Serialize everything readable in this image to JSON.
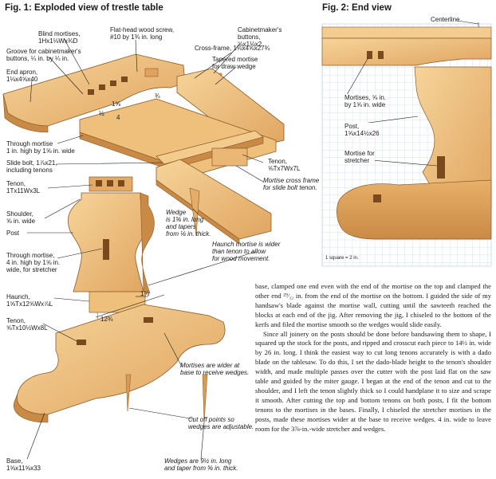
{
  "figure1": {
    "title": "Fig. 1: Exploded view of trestle table",
    "labels": {
      "blind_mortises": "Blind mortises,\n1Hx1⅛Wx¾D",
      "groove": "Groove for cabinetmaker's\nbuttons, ¼ in. by ¼ in.",
      "end_apron": "End apron,\n1⅛x4⅝x40",
      "screw": "Flat-head wood screw,\n#10 by 1¾ in. long",
      "cabinet_buttons": "Cabinetmaker's\nbuttons,\n⅝x1⅛x2",
      "cross_frame": "Cross-frame, 1⅛x4⅝x27¾",
      "tapered_mortise": "Tapered mortise\nfor draw wedge",
      "dim_1_5_8": "1⅝",
      "dim_4": "4",
      "dim_1_2": "½",
      "dim_3_4": "¾",
      "through_mortise_top": "Through mortise\n1 in. high by 1⅝ in. wide",
      "slide_bolt": "Slide bolt, 1⅞x21,\nincluding tenons",
      "tenon_slide": "Tenon,\n⅝Tx7Wx7L",
      "mortise_cross_frame": "Mortise cross frame\nfor slide bolt tenon.",
      "tenon_post": "Tenon,\n1Tx11Wx3L",
      "shoulder": "Shoulder,\n⅝ in. wide",
      "post": "Post",
      "wedge": "Wedge\nis 1⅝ in. long\nand tapers\nfrom ⅛ in. thick.",
      "through_mortise_mid": "Through mortise,\n4 in. high by 1⅝ in.\nwide, for stretcher",
      "haunch_mortise": "Haunch mortise is wider\nthan tenon to allow\nfor wood movement.",
      "haunch": "Haunch,\n1⅝Tx12⅝Wx⅞L",
      "dim_1_5_8_b": "1⅝",
      "dim_12_3_4": "12¾",
      "tenon_base": "Tenon,\n⅝Tx10½Wx8L",
      "mortises_wider": "Mortises are wider at\nbase to receive wedges.",
      "cut_off": "Cut off points so\nwedges are adjustable.",
      "base": "Base,\n1⅝x11⅝x33",
      "wedges_long": "Wedges are 9½ in. long\nand taper from ⅝ in. thick."
    }
  },
  "figure2": {
    "title": "Fig. 2: End view",
    "labels": {
      "centerline": "Centerline",
      "mortises": "Mortises, ⅝ in.\nby 1⅝ in. wide",
      "post": "Post,\n1⅝x14½x26",
      "mortise_stretcher": "Mortise for\nstretcher",
      "scale": "1 square = 2 in."
    }
  },
  "article": {
    "paragraphs": [
      "base, clamped one end even with the end of the mortise on the top and clamped the other end ²⁹⁄₃₂ in. from the end of the mortise on the bottom. I guided the side of my handsaw's blade against the mortise wall, cutting until the sawteeth reached the blocks at each end of the jig. After removing the jig, I chiseled to the bottom of the kerfs and filed the mortise smooth so the wedges would slide easily.",
      "Since all joinery on the posts should be done before bandsawing them to shape, I squared up the stock for the posts, and ripped and crosscut each piece to 14½ in. wide by 26 in. long. I think the easiest way to cut long tenons accurately is with a dado blade on the tablesaw. To do this, I set the dado-blade height to the tenon's shoulder width, and made multiple passes over the cutter with the post laid flat on the saw table and guided by the miter gauge. I began at the end of the tenon and cut to the shoulder, and I left the tenon slightly thick so I could handplane it to size and scrape it smooth. After cutting the top and bottom tenons on both posts, I fit the bottom tenons to the mortises in the bases. Finally, I chiseled the stretcher mortises in the posts, made these mortises wider at the base to receive wedges. 4 in. wide to leave room for the 3⅞-in.-wide stretcher and wedges."
    ]
  },
  "colors": {
    "wood_light": "#f1c98a",
    "wood_mid": "#e2a963",
    "wood_dark": "#b9783c",
    "grid_line": "#c9d7ea",
    "grid_bg": "#ffffff",
    "ink": "#1a1a1a"
  }
}
